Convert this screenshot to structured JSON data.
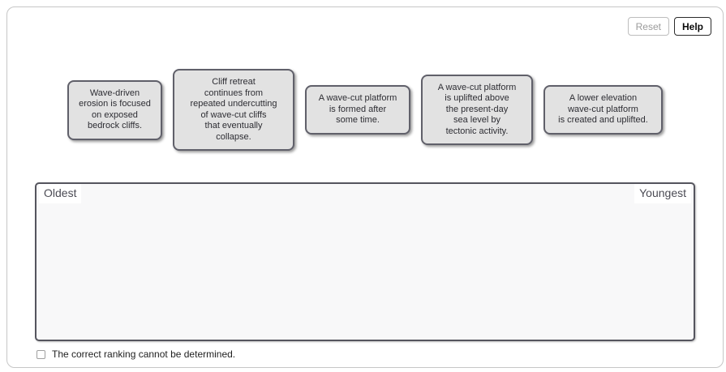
{
  "toolbar": {
    "reset_label": "Reset",
    "help_label": "Help"
  },
  "cards": [
    {
      "text": "Wave-driven\nerosion is focused\non exposed\nbedrock cliffs."
    },
    {
      "text": "Cliff retreat\ncontinues from\nrepeated undercutting\nof wave-cut cliffs\nthat eventually\ncollapse."
    },
    {
      "text": "A wave-cut platform\nis formed after\nsome time."
    },
    {
      "text": "A wave-cut platform\nis uplifted above\nthe present-day\nsea level by\ntectonic activity."
    },
    {
      "text": "A lower elevation\nwave-cut platform\nis created and uplifted."
    }
  ],
  "ranking_area": {
    "left_label": "Oldest",
    "right_label": "Youngest"
  },
  "footer": {
    "checkbox_label": "The correct ranking cannot be determined.",
    "checkbox_checked": false
  },
  "colors": {
    "card_background": "#e2e2e2",
    "card_border": "#60606a",
    "dropzone_border": "#55555e",
    "dropzone_background": "#f8f8f9",
    "panel_border": "#c6c6c6",
    "disabled_button_text": "#9b9b9b"
  }
}
